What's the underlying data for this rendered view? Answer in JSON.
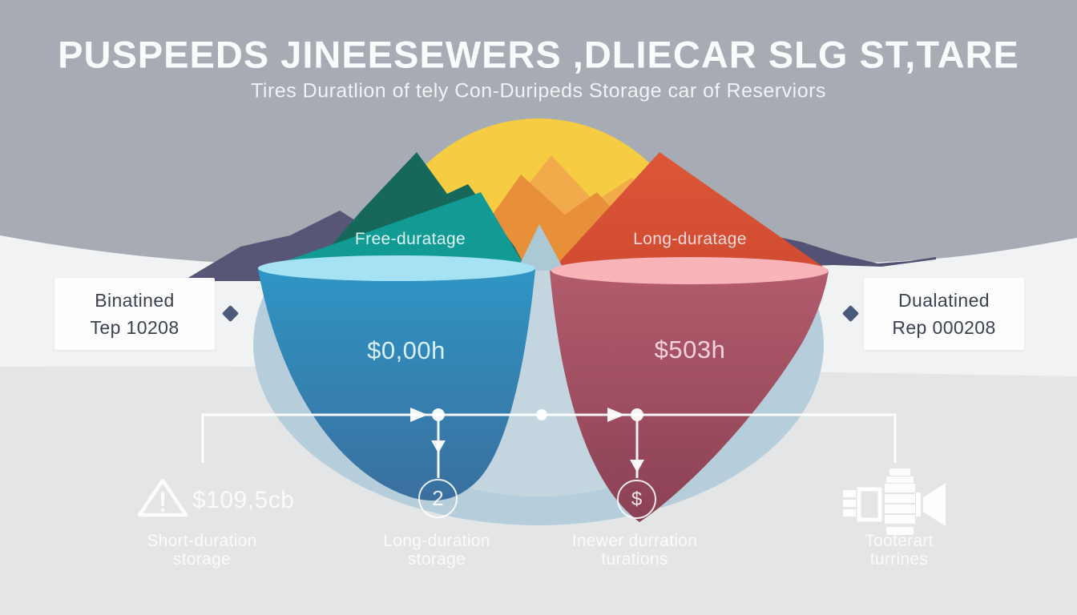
{
  "header": {
    "title": "PUSPEEDS JINEESEWERS ,DLIECAR SLG ST,TARE",
    "subtitle": "Tires Duratlion of tely Con-Duripeds Storage car of Reserviors"
  },
  "funnels": {
    "left": {
      "label": "Free-duratage",
      "value": "$0,00h"
    },
    "right": {
      "label": "Long-duratage",
      "value": "$503h"
    }
  },
  "side_labels": {
    "left": {
      "line1": "Binatined",
      "line2": "Tep 10208"
    },
    "right": {
      "line1": "Dualatined",
      "line2": "Rep 000208"
    }
  },
  "flow_items": [
    {
      "icon": "warning-triangle-icon",
      "value": "$109,5cb",
      "label_line1": "Short-duration",
      "label_line2": "storage"
    },
    {
      "icon": "circle-2-icon",
      "badge": "2",
      "label_line1": "Long-duration",
      "label_line2": "storage"
    },
    {
      "icon": "circle-dollar-icon",
      "badge": "$",
      "label_line1": "Inewer durration",
      "label_line2": "turations"
    },
    {
      "icon": "turbine-icon",
      "label_line1": "Tooterart",
      "label_line2": "turrines"
    }
  ],
  "colors": {
    "sky": "#a7abb3",
    "mist_band": "#f1f2f4",
    "ground": "#e4e5e7",
    "sun_yellow": "#f5cc42",
    "orange_light": "#f1ab4b",
    "orange_deep": "#e88f3a",
    "mountain_purple": "#585677",
    "mountain_dark_teal": "#15685a",
    "funnel_teal_top": "#129a94",
    "funnel_blue_body": "#2f95c4",
    "funnel_red_top": "#d95336",
    "funnel_maroon_body": "#a0495e",
    "rim_cyan": "#a5e2f3",
    "rim_pink": "#f8b4b8",
    "valley_blue": "#b6cedb",
    "flow_line_white": "#ffffff",
    "diamond_navy": "#4c5b7c",
    "box_text": "#3b4150"
  }
}
